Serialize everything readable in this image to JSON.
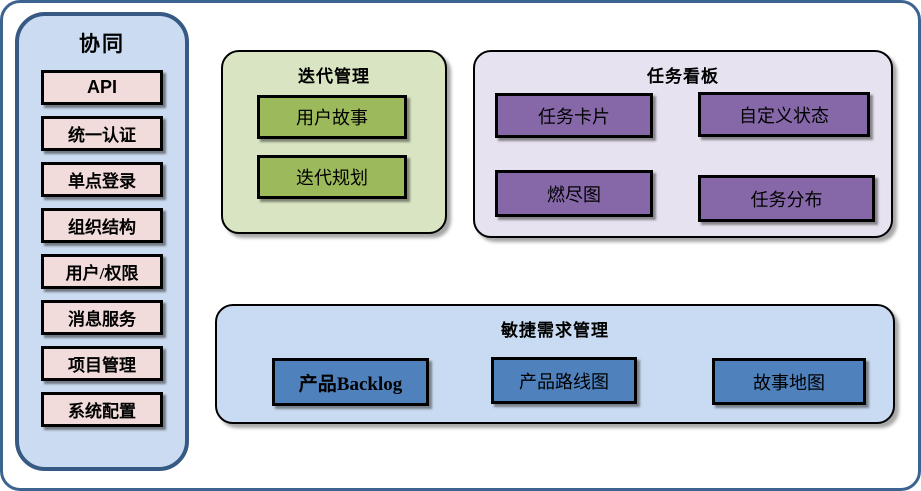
{
  "diagram": {
    "frame": {
      "border_color": "#3d6391",
      "background": "#ffffff"
    },
    "sidebar": {
      "title": "协同",
      "items": [
        "API",
        "统一认证",
        "单点登录",
        "组织结构",
        "用户/权限",
        "消息服务",
        "项目管理",
        "系统配置"
      ],
      "colors": {
        "fill": "#cbdcf2",
        "border": "#365a83",
        "item_fill": "#f2dcdb",
        "item_border": "#000000"
      }
    },
    "panels": {
      "iteration": {
        "title": "迭代管理",
        "boxes": [
          "用户故事",
          "迭代规划"
        ],
        "colors": {
          "fill": "#d9e5c2",
          "box_fill": "#9cba5b"
        }
      },
      "taskboard": {
        "title": "任务看板",
        "boxes": [
          "任务卡片",
          "自定义状态",
          "燃尽图",
          "任务分布"
        ],
        "colors": {
          "fill": "#e7e2ef",
          "box_fill": "#8668a9"
        }
      },
      "agile": {
        "title": "敏捷需求管理",
        "boxes": [
          "产品Backlog",
          "产品路线图",
          "故事地图"
        ],
        "colors": {
          "fill": "#c9dbf2",
          "box_fill": "#4f81bd"
        }
      }
    }
  }
}
